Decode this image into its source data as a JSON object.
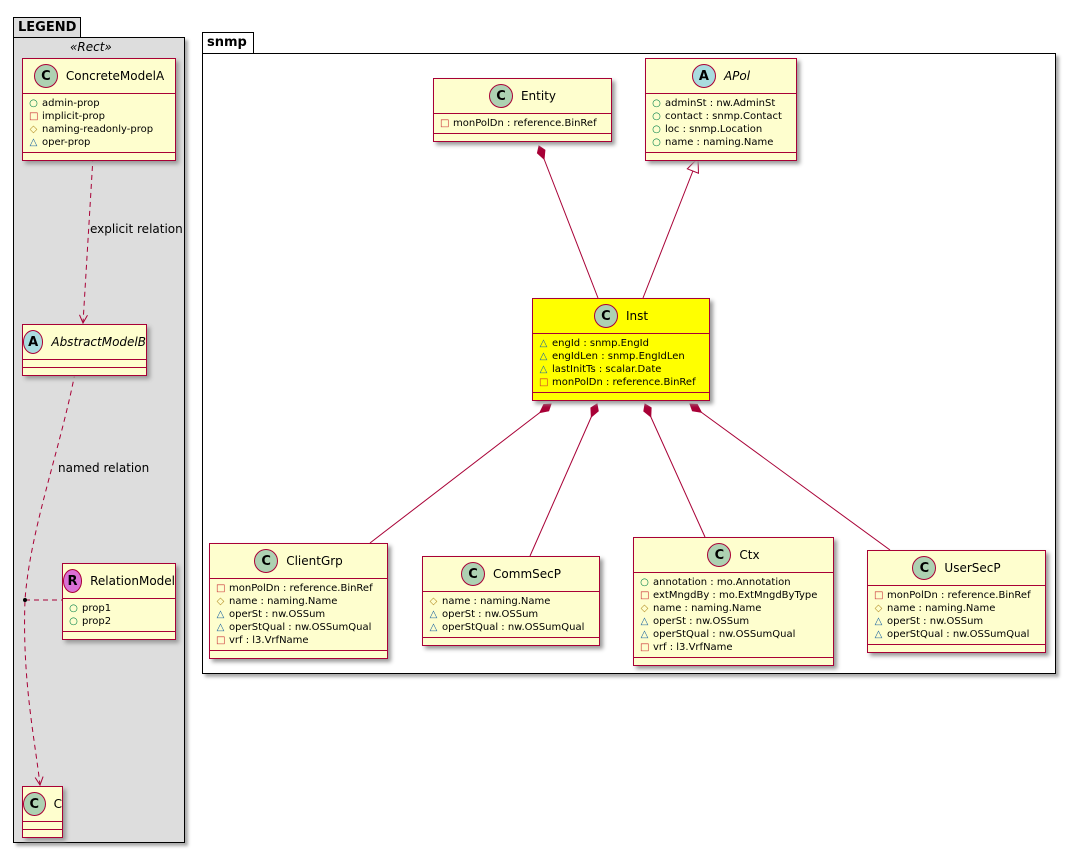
{
  "packages": {
    "legend": "LEGEND",
    "snmp": "snmp"
  },
  "legend_stereotype": "«Rect»",
  "relation_labels": {
    "explicit": "explicit relation",
    "named": "named relation"
  },
  "colors": {
    "border": "#A80036",
    "class_bg": "#FEFECE",
    "highlight_bg": "#FFFF00",
    "class_icon": "#ADD1B2",
    "abstract_icon": "#A9DCDF",
    "relation_icon": "#DA70D6"
  },
  "visibility_icons": {
    "+": "circle-public",
    "-": "square-private",
    "#": "diamond-protected",
    "~": "triangle-package"
  },
  "classes": [
    {
      "id": "ConcreteModelA",
      "kind": "C",
      "name": "ConcreteModelA",
      "attrs": [
        [
          "+",
          "admin-prop"
        ],
        [
          "-",
          "implicit-prop"
        ],
        [
          "#",
          "naming-readonly-prop"
        ],
        [
          "~",
          "oper-prop"
        ]
      ]
    },
    {
      "id": "AbstractModelB",
      "kind": "A",
      "name": "AbstractModelB",
      "attrs": []
    },
    {
      "id": "RelationModel",
      "kind": "R",
      "name": "RelationModel",
      "attrs": [
        [
          "+",
          "prop1"
        ],
        [
          "+",
          "prop2"
        ]
      ]
    },
    {
      "id": "C",
      "kind": "C",
      "name": "C",
      "attrs": []
    },
    {
      "id": "Entity",
      "kind": "C",
      "name": "Entity",
      "attrs": [
        [
          "-",
          "monPolDn : reference.BinRef"
        ]
      ]
    },
    {
      "id": "APol",
      "kind": "A",
      "name": "APol",
      "attrs": [
        [
          "+",
          "adminSt : nw.AdminSt"
        ],
        [
          "+",
          "contact : snmp.Contact"
        ],
        [
          "+",
          "loc : snmp.Location"
        ],
        [
          "+",
          "name : naming.Name"
        ]
      ]
    },
    {
      "id": "Inst",
      "kind": "C",
      "name": "Inst",
      "highlight": true,
      "attrs": [
        [
          "~",
          "engId : snmp.EngId"
        ],
        [
          "~",
          "engIdLen : snmp.EngIdLen"
        ],
        [
          "~",
          "lastInitTs : scalar.Date"
        ],
        [
          "-",
          "monPolDn : reference.BinRef"
        ]
      ]
    },
    {
      "id": "ClientGrp",
      "kind": "C",
      "name": "ClientGrp",
      "attrs": [
        [
          "-",
          "monPolDn : reference.BinRef"
        ],
        [
          "#",
          "name : naming.Name"
        ],
        [
          "~",
          "operSt : nw.OSSum"
        ],
        [
          "~",
          "operStQual : nw.OSSumQual"
        ],
        [
          "-",
          "vrf : l3.VrfName"
        ]
      ]
    },
    {
      "id": "CommSecP",
      "kind": "C",
      "name": "CommSecP",
      "attrs": [
        [
          "#",
          "name : naming.Name"
        ],
        [
          "~",
          "operSt : nw.OSSum"
        ],
        [
          "~",
          "operStQual : nw.OSSumQual"
        ]
      ]
    },
    {
      "id": "Ctx",
      "kind": "C",
      "name": "Ctx",
      "attrs": [
        [
          "+",
          "annotation : mo.Annotation"
        ],
        [
          "-",
          "extMngdBy : mo.ExtMngdByType"
        ],
        [
          "#",
          "name : naming.Name"
        ],
        [
          "~",
          "operSt : nw.OSSum"
        ],
        [
          "~",
          "operStQual : nw.OSSumQual"
        ],
        [
          "-",
          "vrf : l3.VrfName"
        ]
      ]
    },
    {
      "id": "UserSecP",
      "kind": "C",
      "name": "UserSecP",
      "attrs": [
        [
          "-",
          "monPolDn : reference.BinRef"
        ],
        [
          "#",
          "name : naming.Name"
        ],
        [
          "~",
          "operSt : nw.OSSum"
        ],
        [
          "~",
          "operStQual : nw.OSSumQual"
        ]
      ]
    }
  ]
}
